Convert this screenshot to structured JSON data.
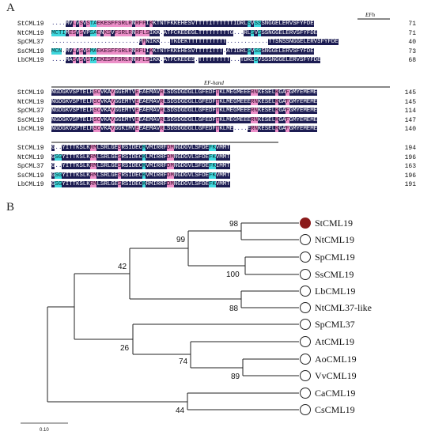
{
  "panel_a": {
    "label": "A",
    "motif_labels": [
      "EFh",
      "EF-hand"
    ],
    "blocks": [
      {
        "rows": [
          {
            "name": "StCML19",
            "seq": "....MVLVSVSTAEKESFFSRLRNRFFIKKTNTFKKEHESVTTTTITTTTTTIDRLSVSSSNGGELERVSFYFDE",
            "end": "71"
          },
          {
            "name": "NtCML19",
            "seq": "MCTIMESVSVPSAENKSVFSRLRNRFLSIKK.ATFCKEDEGLTTTTTTTTTG...RLSVSSSNGGELERVSFYFDE",
            "end": "71"
          },
          {
            "name": "SpCML37",
            "seq": ".........................MFNIKK...TKDEKTTTTTTTTTTT............TTSNSSNGGELERVSFYFDE",
            "end": "40"
          },
          {
            "name": "SsCML19",
            "seq": "MCN.MVLVSVSMAEKESFFSRLRNRFLIKKTNTFKKEHESVTTTTITTT.ATIDRLSVSSSNGGELERVSFYFDE",
            "end": "73"
          },
          {
            "name": "LbCML19",
            "seq": "....MASVSVSTAEKESFFSRLRNRFLSIKK.ATFCKEDES.TTTTTTTTT...TDRLSVSSSNGGELERVSFYFDE",
            "end": "68"
          }
        ]
      },
      {
        "rows": [
          {
            "name": "StCML19",
            "seq": "NGDGKVSPTELRSCVKAVGGEMTVEEAEMAVRLSDSDGDGLLGFEDFTKLMEGMEEERNKESELKGAFGMYEMEME",
            "end": "145"
          },
          {
            "name": "NtCML19",
            "seq": "NGDGKVSPTELRSCVKAVGGEMTVEEAEMAVRLSDSDGDGLLGFEDFTKLMEGMEEERNKESELKGAFGMYEMEME",
            "end": "145"
          },
          {
            "name": "SpCML37",
            "seq": "NGDGKVSPTELRSCVKAVGGEMTVEEAEMAVRLSDSDGDGLLGFEDFTKLMEGMEEERNKESELKGAFGMYEMEME",
            "end": "114"
          },
          {
            "name": "SsCML19",
            "seq": "NGDGKVSPTELRSCVKAVGGEMTVEEAEMAVRLSDSDGDGLLGFEDFTKLMEGMEEERNKESELKGAFGMYEMEME",
            "end": "147"
          },
          {
            "name": "LbCML19",
            "seq": "NGDGKVSPTELRSCVKAVGGKIMVEEAEMAVRLSDSDGDGLLGFEDFTKLME....ERNKESELKGAFGMYEMEME",
            "end": "140"
          }
        ]
      },
      {
        "rows": [
          {
            "name": "StCML19",
            "seq": "G..YITTKSLKRMLSRLGESRSIDECKVMIRRFDMNGDGVLSFDEFKVMMT",
            "end": "194"
          },
          {
            "name": "NtCML19",
            "seq": "GSGYITTKSLKRMLSRLGESRSIDECKLMIRRFDMNGDGVLSFDEFKVMMT",
            "end": "196"
          },
          {
            "name": "SpCML37",
            "seq": "G..YITTKSLKRMLSRLGESRSIDECKVMIRRFDMNGDGVLSFDEFKIMMT",
            "end": "163"
          },
          {
            "name": "SsCML19",
            "seq": "GSGYITTKSLKRMLSRLGESRSIDECKVMIRRFDMNGDGVLSFDEFKVMMT",
            "end": "196"
          },
          {
            "name": "LbCML19",
            "seq": "GSGYITTKSLKRMLSRLGESRSIDECKRMIRRFDMNGDGVLSFDEFKVMMT",
            "end": "191"
          }
        ]
      }
    ]
  },
  "panel_b": {
    "label": "B",
    "scale_bar_label": "0.10",
    "highlight_color": "#8b1a1a",
    "leaves": [
      "StCML19",
      "NtCML19",
      "SpCML19",
      "SsCML19",
      "LbCML19",
      "NtCML37-like",
      "SpCML37",
      "AtCML19",
      "AoCML19",
      "VvCML19",
      "CaCML19",
      "CsCML19"
    ],
    "bootstrap": {
      "st_nt": "98",
      "sp_ss": "100",
      "group_99": "99",
      "lb_nt37": "88",
      "group_42": "42",
      "ao_vv": "89",
      "group_74": "74",
      "group_26": "26",
      "ca_cs": "44"
    }
  }
}
